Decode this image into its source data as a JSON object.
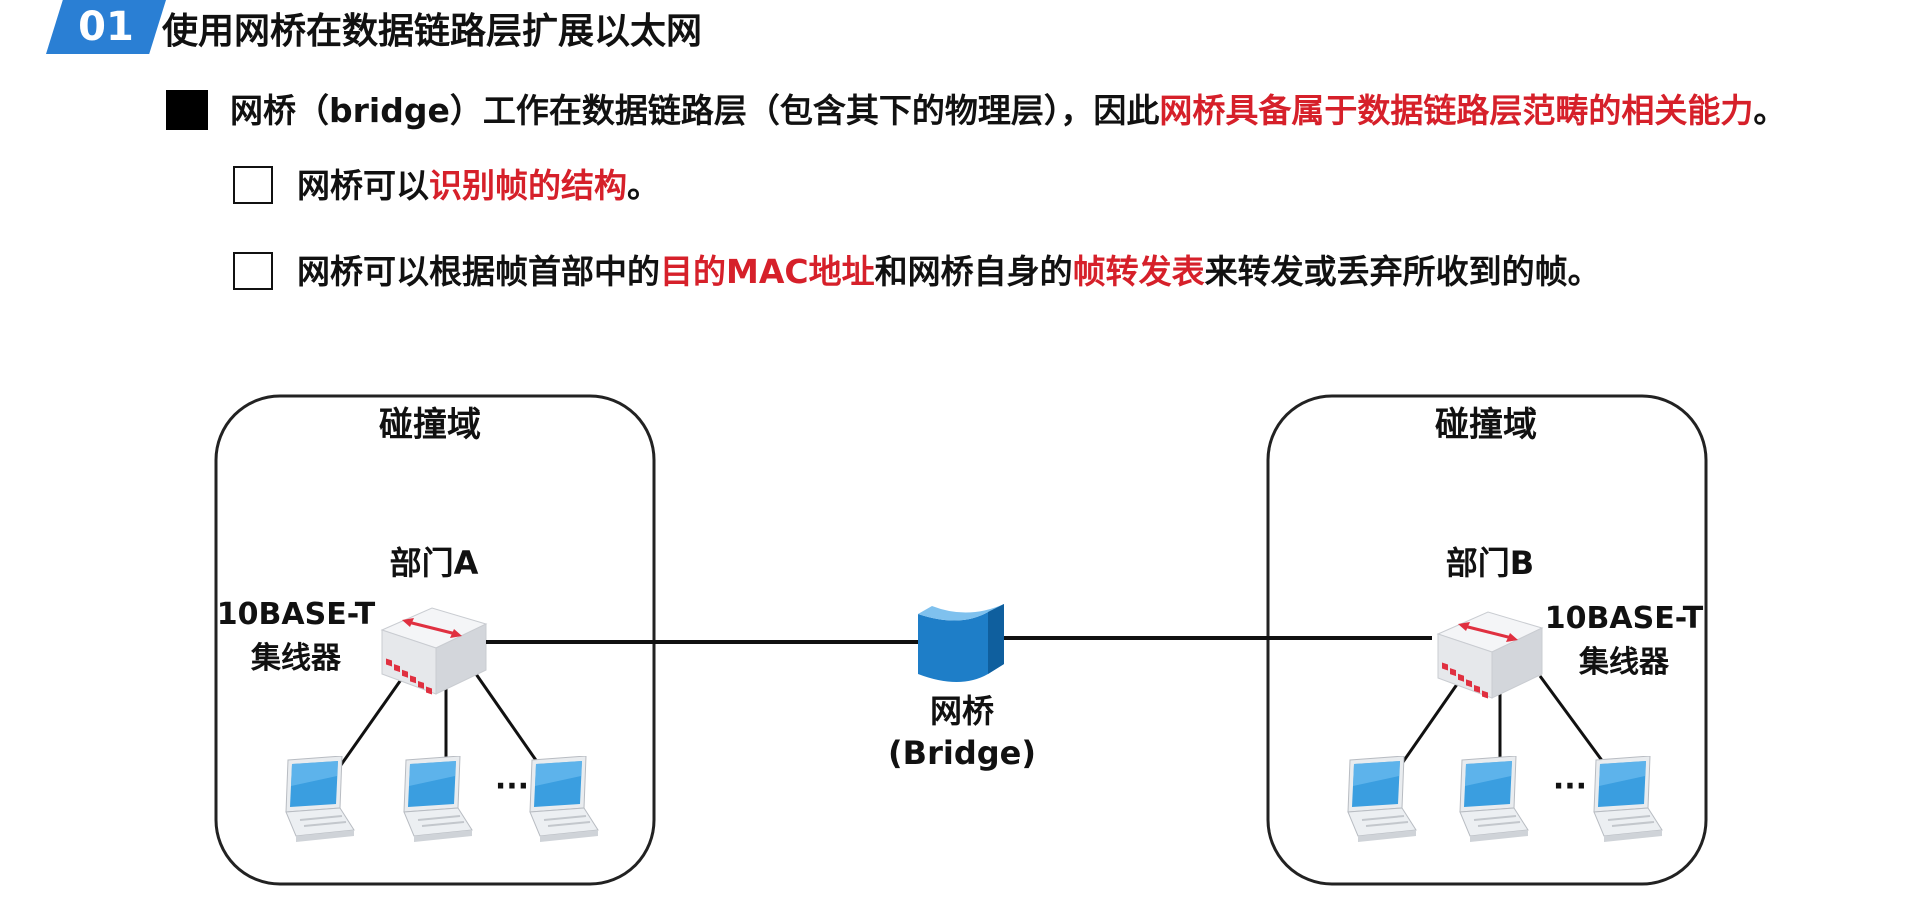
{
  "header": {
    "number": "01",
    "title": "使用网桥在数据链路层扩展以太网"
  },
  "bullets": {
    "main": {
      "text_a": "网桥（bridge）工作在数据链路层（包含其下的物理层），因此",
      "text_red": "网桥具备属于数据链路层范畴的相关能力",
      "text_b": "。"
    },
    "sub1": {
      "text_a": "网桥可以",
      "text_red": "识别帧的结构",
      "text_b": "。"
    },
    "sub2": {
      "text_a": "网桥可以根据帧首部中的",
      "text_red1": "目的MAC地址",
      "text_b": "和网桥自身的",
      "text_red2": "帧转发表",
      "text_c": "来转发或丢弃所收到的帧。"
    }
  },
  "diagram": {
    "left": {
      "domain_label": "碰撞域",
      "dept_label": "部门A",
      "hub_label_1": "10BASE-T",
      "hub_label_2": "集线器",
      "ellipsis": "···"
    },
    "right": {
      "domain_label": "碰撞域",
      "dept_label": "部门B",
      "hub_label_1": "10BASE-T",
      "hub_label_2": "集线器",
      "ellipsis": "···"
    },
    "bridge": {
      "label_1": "网桥",
      "label_2": "(Bridge)"
    }
  },
  "colors": {
    "accent_blue": "#2a7fd4",
    "highlight_red": "#d6202a",
    "laptop_blue": "#3a9ee0",
    "bridge_blue": "#1e7ec8"
  }
}
